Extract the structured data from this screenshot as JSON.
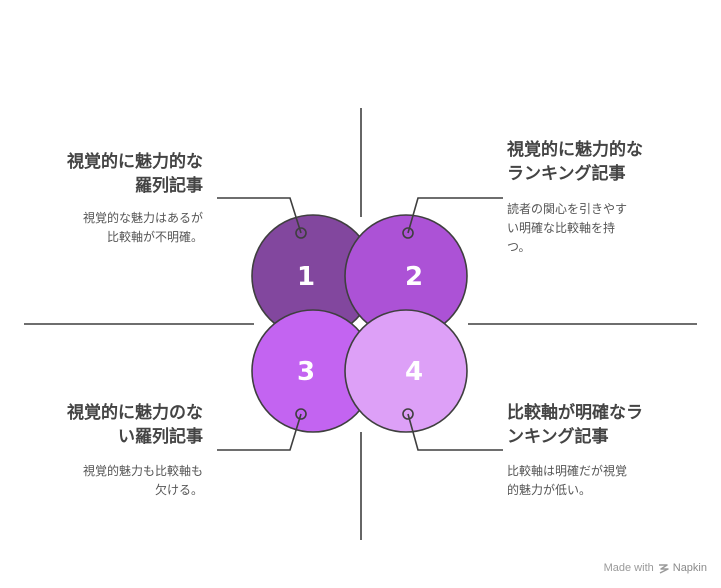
{
  "colors": {
    "c1": "#82479E",
    "c2": "#AC52D6",
    "c3": "#C364F1",
    "c4": "#DDA0F7",
    "stroke": "#3F3F3F",
    "text_title": "#444444",
    "text_desc": "#555555"
  },
  "quadrants": [
    {
      "number": "1",
      "title_lines": [
        "視覚的に魅力的な",
        "羅列記事"
      ],
      "desc_lines": [
        "視覚的な魅力はあるが",
        "比較軸が不明確。"
      ]
    },
    {
      "number": "2",
      "title_lines": [
        "視覚的に魅力的な",
        "ランキング記事"
      ],
      "desc_lines": [
        "読者の関心を引きやす",
        "い明確な比較軸を持",
        "つ。"
      ]
    },
    {
      "number": "3",
      "title_lines": [
        "視覚的に魅力のな",
        "い羅列記事"
      ],
      "desc_lines": [
        "視覚的魅力も比較軸も",
        "欠ける。"
      ]
    },
    {
      "number": "4",
      "title_lines": [
        "比較軸が明確なラ",
        "ンキング記事"
      ],
      "desc_lines": [
        "比較軸は明確だが視覚",
        "的魅力が低い。"
      ]
    }
  ],
  "watermark": {
    "prefix": "Made with",
    "brand": "Napkin",
    "icon": "napkin-logo-icon"
  }
}
